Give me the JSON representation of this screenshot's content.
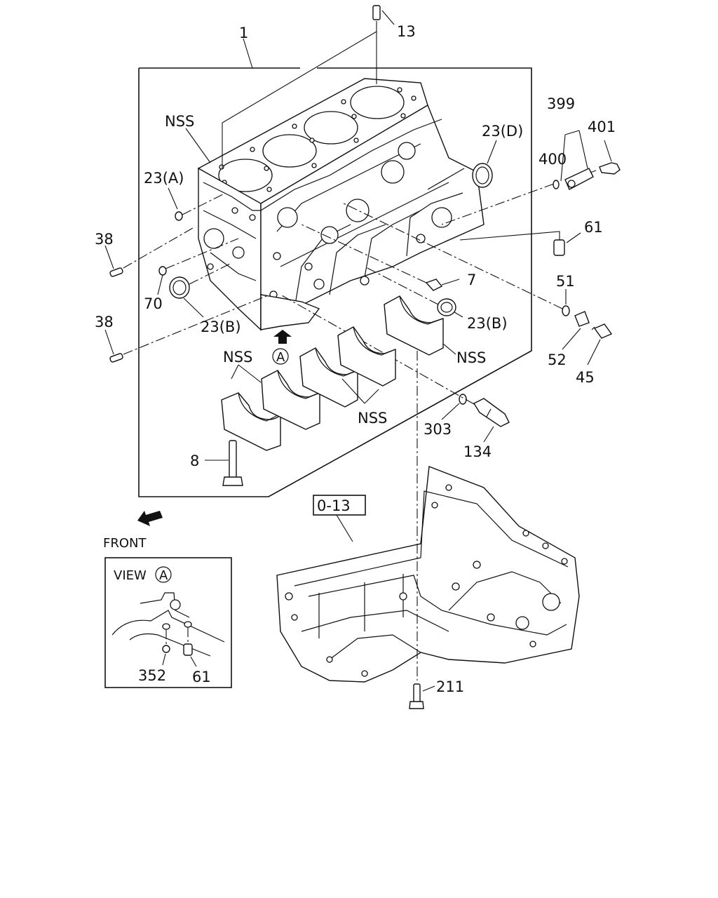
{
  "labels": {
    "l_1": "1",
    "l_13": "13",
    "l_nss_top": "NSS",
    "l_23a": "23(A)",
    "l_38a": "38",
    "l_38b": "38",
    "l_70": "70",
    "l_23b_left": "23(B)",
    "l_23d": "23(D)",
    "l_399": "399",
    "l_401": "401",
    "l_400": "400",
    "l_61": "61",
    "l_7": "7",
    "l_23b_right": "23(B)",
    "l_51": "51",
    "l_52": "52",
    "l_45": "45",
    "l_nss_left": "NSS",
    "l_circle_a": "A",
    "l_nss_right": "NSS",
    "l_nss_bottom": "NSS",
    "l_303": "303",
    "l_134": "134",
    "l_8": "8",
    "l_0_13": "0-13",
    "l_front": "FRONT",
    "l_view": "VIEW",
    "l_view_a": "A",
    "l_352": "352",
    "l_61_view": "61",
    "l_211": "211"
  },
  "icons": {
    "front_arrow": "front-arrow-icon",
    "view_arrow": "view-a-arrow-icon"
  },
  "colors": {
    "line": "#111111",
    "background": "#ffffff"
  }
}
